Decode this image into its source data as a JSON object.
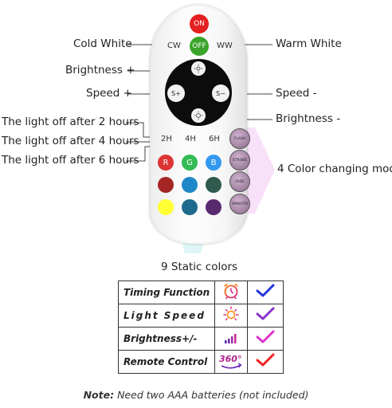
{
  "callouts": {
    "cold_white": "Cold White",
    "warm_white": "Warm White",
    "brightness_plus": "Brightness +",
    "speed_plus": "Speed +",
    "speed_minus": "Speed -",
    "brightness_minus": "Brightness -",
    "timer_2h": "The light off after 2 hours",
    "timer_4h": "The light off after 4 hours",
    "timer_6h": "The light off after 6 hours",
    "color_modes": "4 Color changing modes",
    "static_colors": "9 Static colors"
  },
  "remote": {
    "on": "ON",
    "off": "OFF",
    "cw": "CW",
    "ww": "WW",
    "s_plus": "S+",
    "s_minus": "S−",
    "h2": "2H",
    "h4": "4H",
    "h6": "6H",
    "r": "R",
    "g": "G",
    "b": "B",
    "modes": [
      "FLASH",
      "STROBE",
      "FADE",
      "SMOOTH"
    ],
    "colors": [
      "#dd3333",
      "#33bb55",
      "#3399ee",
      "#a52525",
      "#1e88c8",
      "#2f5a4d",
      "#ffff33",
      "#1f6a8c",
      "#5a2a6e"
    ]
  },
  "table": {
    "rows": [
      {
        "name": "Timing Function",
        "icon": "alarm-clock-icon",
        "check_color": "#2233dd"
      },
      {
        "name": "Light Speed",
        "icon": "sun-icon",
        "check_color": "#8833cc"
      },
      {
        "name": "Brightness+/-",
        "icon": "signal-bars-icon",
        "check_color": "#dd33cc"
      },
      {
        "name": "Remote Control",
        "icon": "rotate-360-icon",
        "check_color": "#ee2222"
      }
    ],
    "icon_360_text": "360°"
  },
  "note": {
    "label": "Note:",
    "text": " Need two AAA batteries (not included)"
  }
}
